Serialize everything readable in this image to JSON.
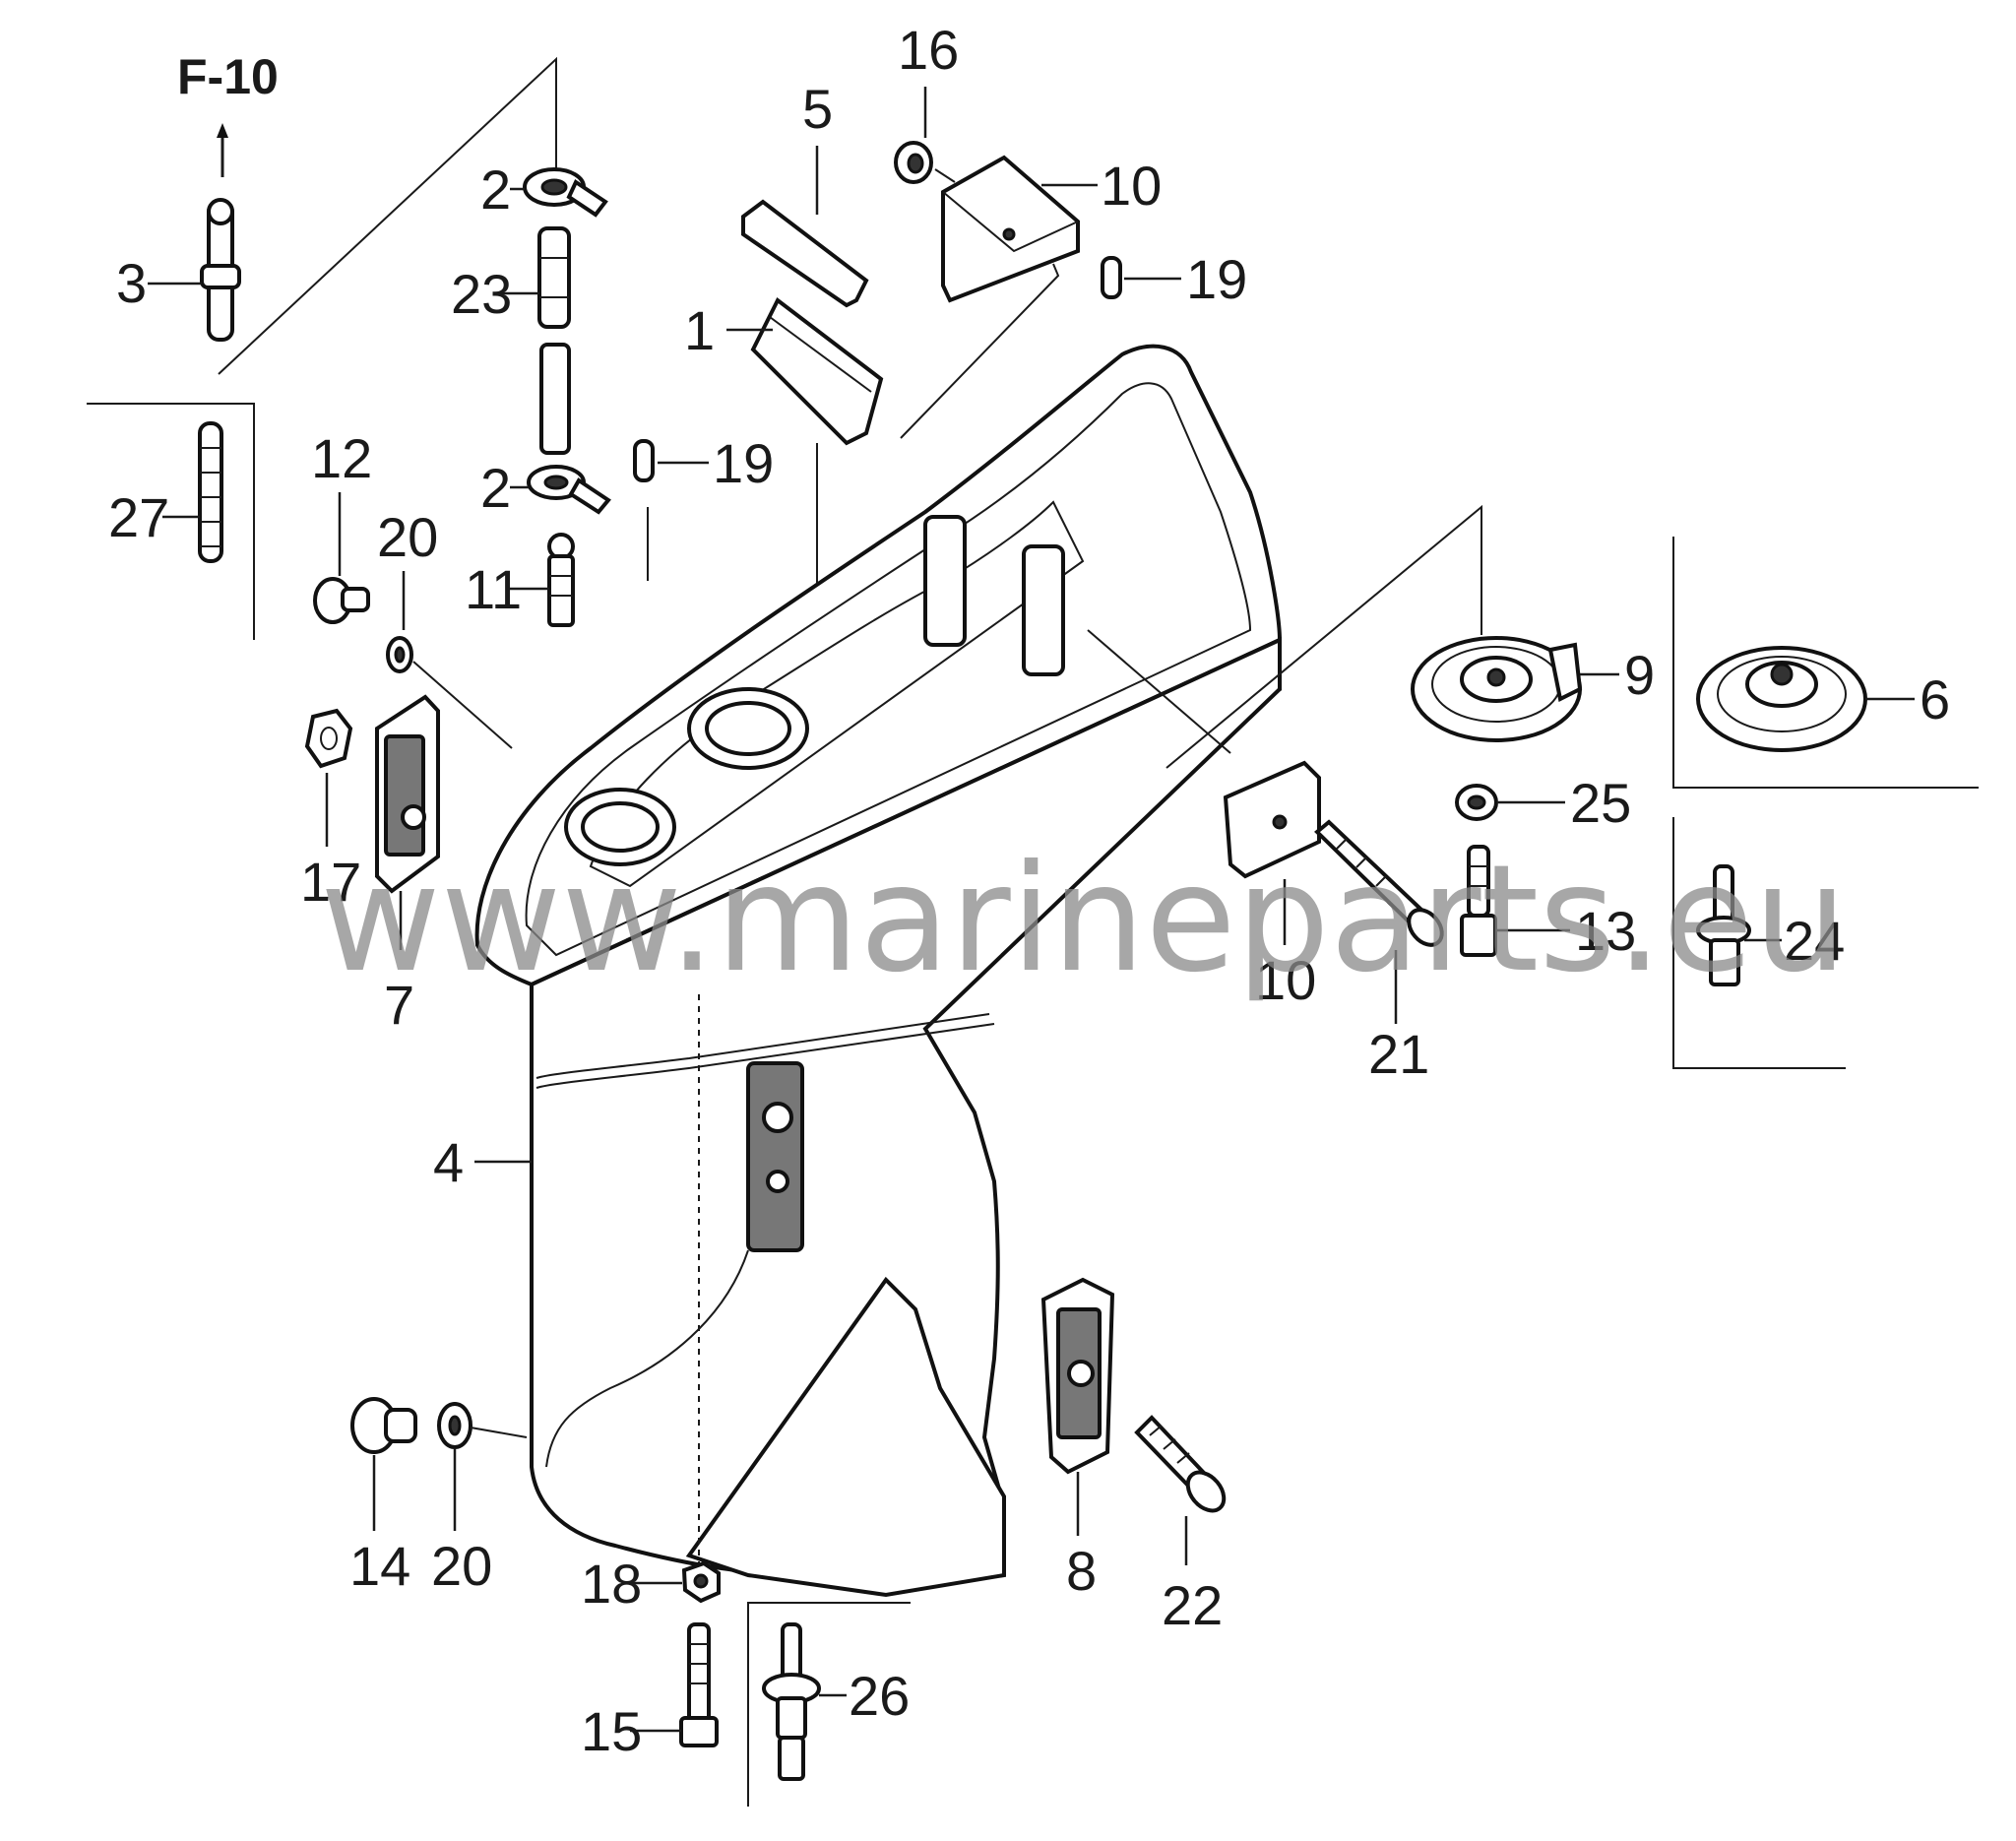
{
  "diagram": {
    "reference": "F-10",
    "watermark": "www.marineparts.eu",
    "labels": {
      "p1": "1",
      "p2a": "2",
      "p2b": "2",
      "p3": "3",
      "p4": "4",
      "p5": "5",
      "p6": "6",
      "p7": "7",
      "p8": "8",
      "p9": "9",
      "p10a": "10",
      "p10b": "10",
      "p11": "11",
      "p12": "12",
      "p13": "13",
      "p14": "14",
      "p15": "15",
      "p16": "16",
      "p17": "17",
      "p18": "18",
      "p19a": "19",
      "p19b": "19",
      "p20a": "20",
      "p20b": "20",
      "p21": "21",
      "p22": "22",
      "p23": "23",
      "p24": "24",
      "p25": "25",
      "p26": "26",
      "p27": "27"
    }
  }
}
